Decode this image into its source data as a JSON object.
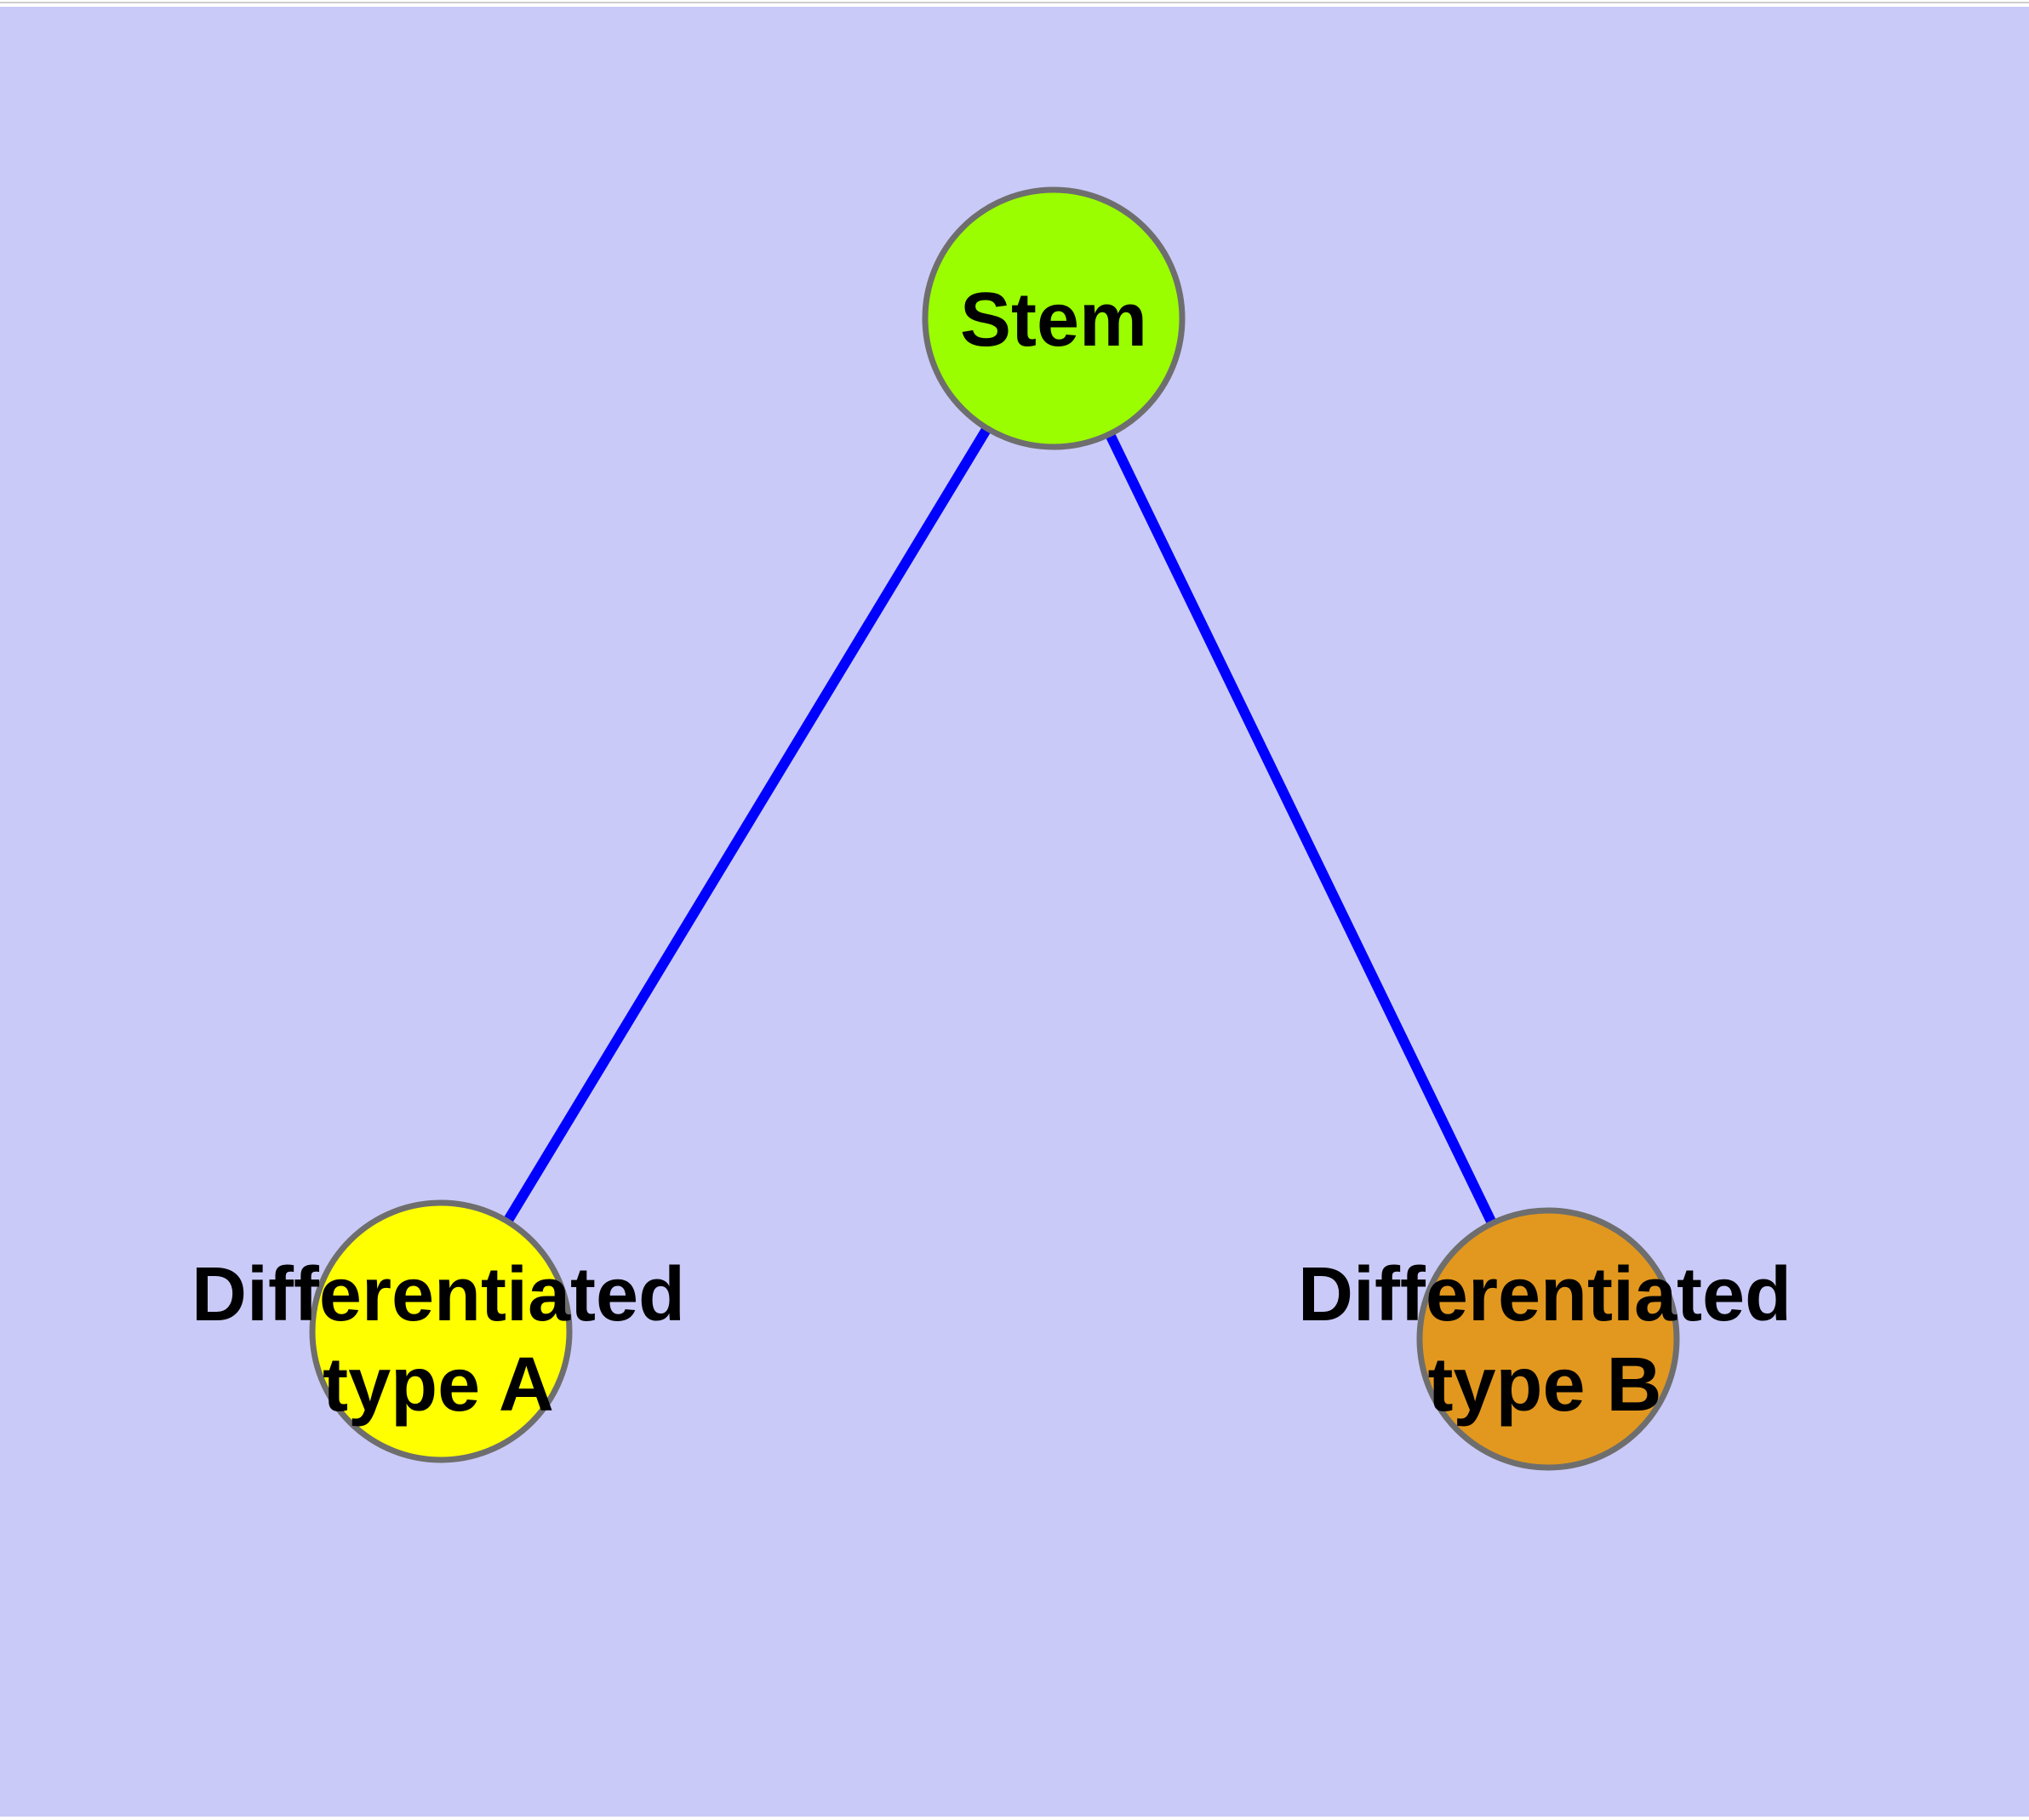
{
  "diagram": {
    "type": "node-link-graph",
    "description": "Stem cell differentiation graph: a stem node connected to two differentiated cell-type nodes",
    "background_color": "#CACAF8",
    "frame_color": "#FFFFFF",
    "top_hairline_color": "#CFCFCF",
    "edge_color": "#0000FF",
    "node_border_color": "#6E6E6E",
    "label_color": "#000000",
    "nodes": [
      {
        "id": "stem",
        "label": "Stem",
        "label_lines": [
          "Stem"
        ],
        "fill": "#9AFE00"
      },
      {
        "id": "differentiated-type-a",
        "label": "Differentiated type A",
        "label_lines": [
          "Differentiated",
          "type A"
        ],
        "fill": "#FFFF00"
      },
      {
        "id": "differentiated-type-b",
        "label": "Differentiated type B",
        "label_lines": [
          "Differentiated",
          "type B"
        ],
        "fill": "#E2981E"
      }
    ],
    "edges": [
      {
        "from": "stem",
        "to": "differentiated-type-a"
      },
      {
        "from": "stem",
        "to": "differentiated-type-b"
      }
    ]
  }
}
